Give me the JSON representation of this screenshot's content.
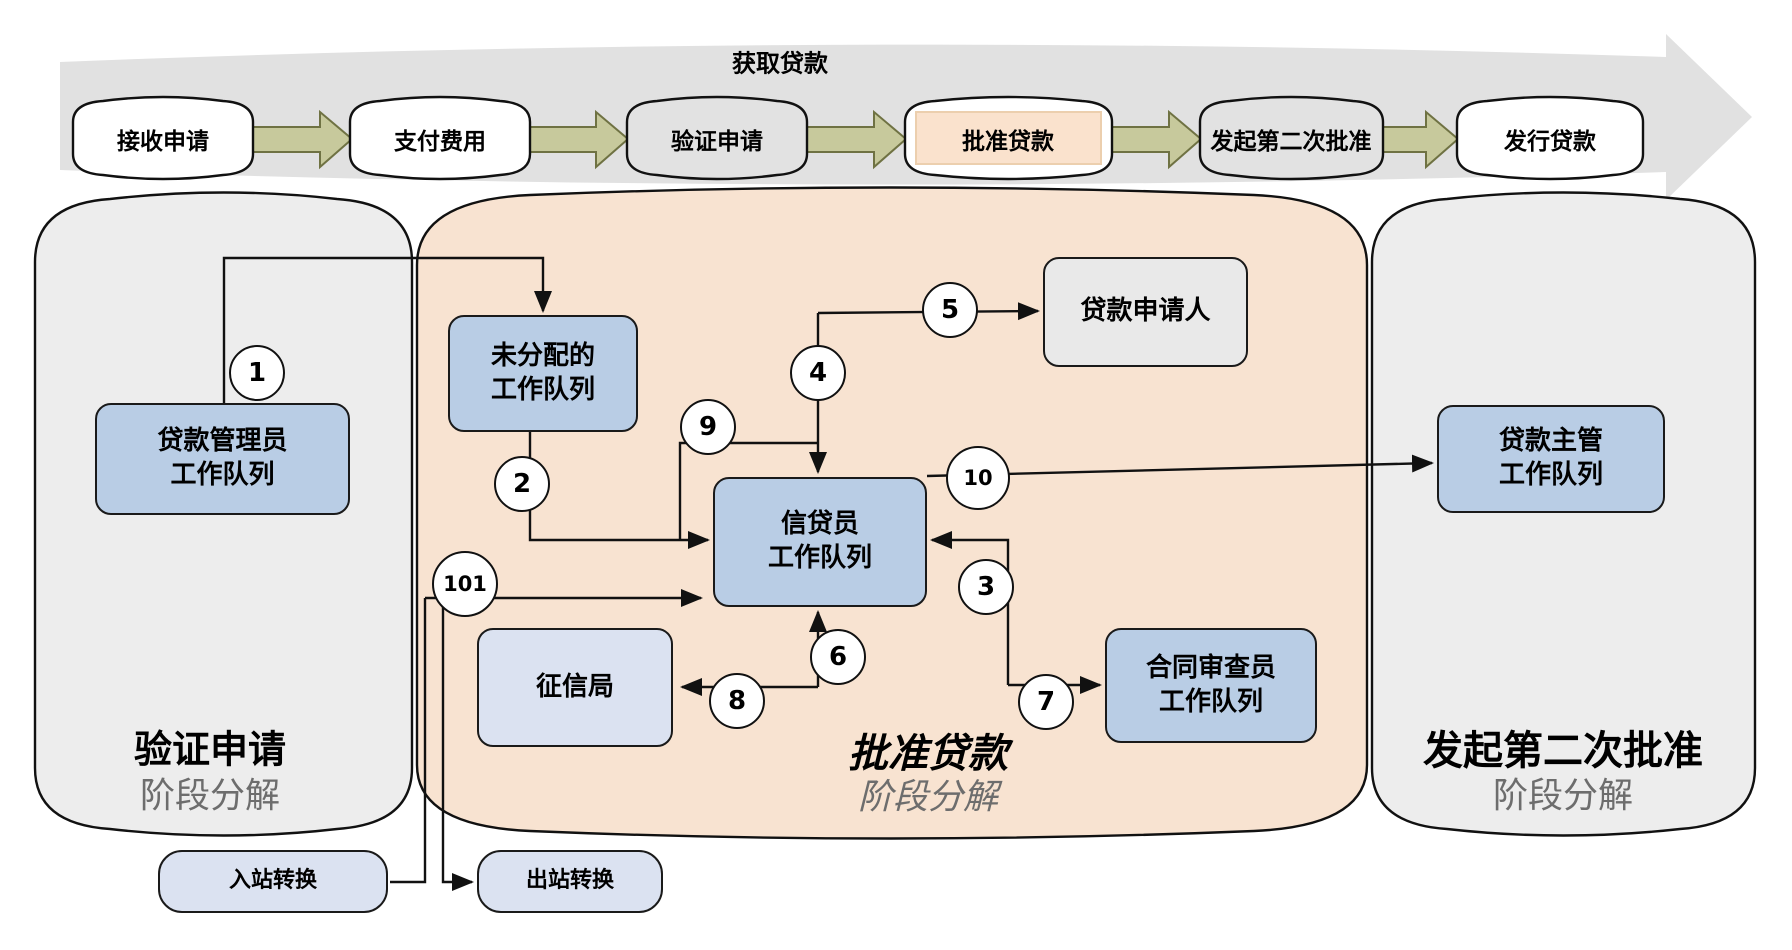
{
  "banner": {
    "title": "获取贷款",
    "steps": [
      {
        "label": "接收申请"
      },
      {
        "label": "支付费用"
      },
      {
        "label": "验证申请"
      },
      {
        "label": "批准贷款"
      },
      {
        "label": "发起第二次批准"
      },
      {
        "label": "发行贷款"
      }
    ]
  },
  "stages": {
    "left": {
      "title": "验证申请",
      "subtitle": "阶段分解"
    },
    "middle": {
      "title": "批准贷款",
      "subtitle": "阶段分解"
    },
    "right": {
      "title": "发起第二次批准",
      "subtitle": "阶段分解"
    }
  },
  "nodes": {
    "loan_admin_queue": {
      "line1": "贷款管理员",
      "line2": "工作队列"
    },
    "unassigned_queue": {
      "line1": "未分配的",
      "line2": "工作队列"
    },
    "loan_applicant": {
      "line1": "贷款申请人"
    },
    "loan_officer_queue": {
      "line1": "信贷员",
      "line2": "工作队列"
    },
    "credit_bureau": {
      "line1": "征信局"
    },
    "contract_reviewer_queue": {
      "line1": "合同审查员",
      "line2": "工作队列"
    },
    "loan_supervisor_queue": {
      "line1": "贷款主管",
      "line2": "工作队列"
    },
    "inbound_conversion": {
      "line1": "入站转换"
    },
    "outbound_conversion": {
      "line1": "出站转换"
    }
  },
  "connectors": {
    "c1": "1",
    "c2": "2",
    "c3": "3",
    "c4": "4",
    "c5": "5",
    "c6": "6",
    "c7": "7",
    "c8": "8",
    "c9": "9",
    "c10": "10",
    "c101": "101"
  },
  "colors": {
    "stage_peach": "#f8e3d1",
    "stage_gray": "#ededed",
    "queue_blue": "#b9cde5",
    "system_lavender": "#dbe2f1",
    "step_gray": "#e2e2e2",
    "step_highlight": "#fae2cd",
    "arrow_green": "#c7c99c",
    "band_gray": "#e1e1e1",
    "line_black": "#111111"
  }
}
